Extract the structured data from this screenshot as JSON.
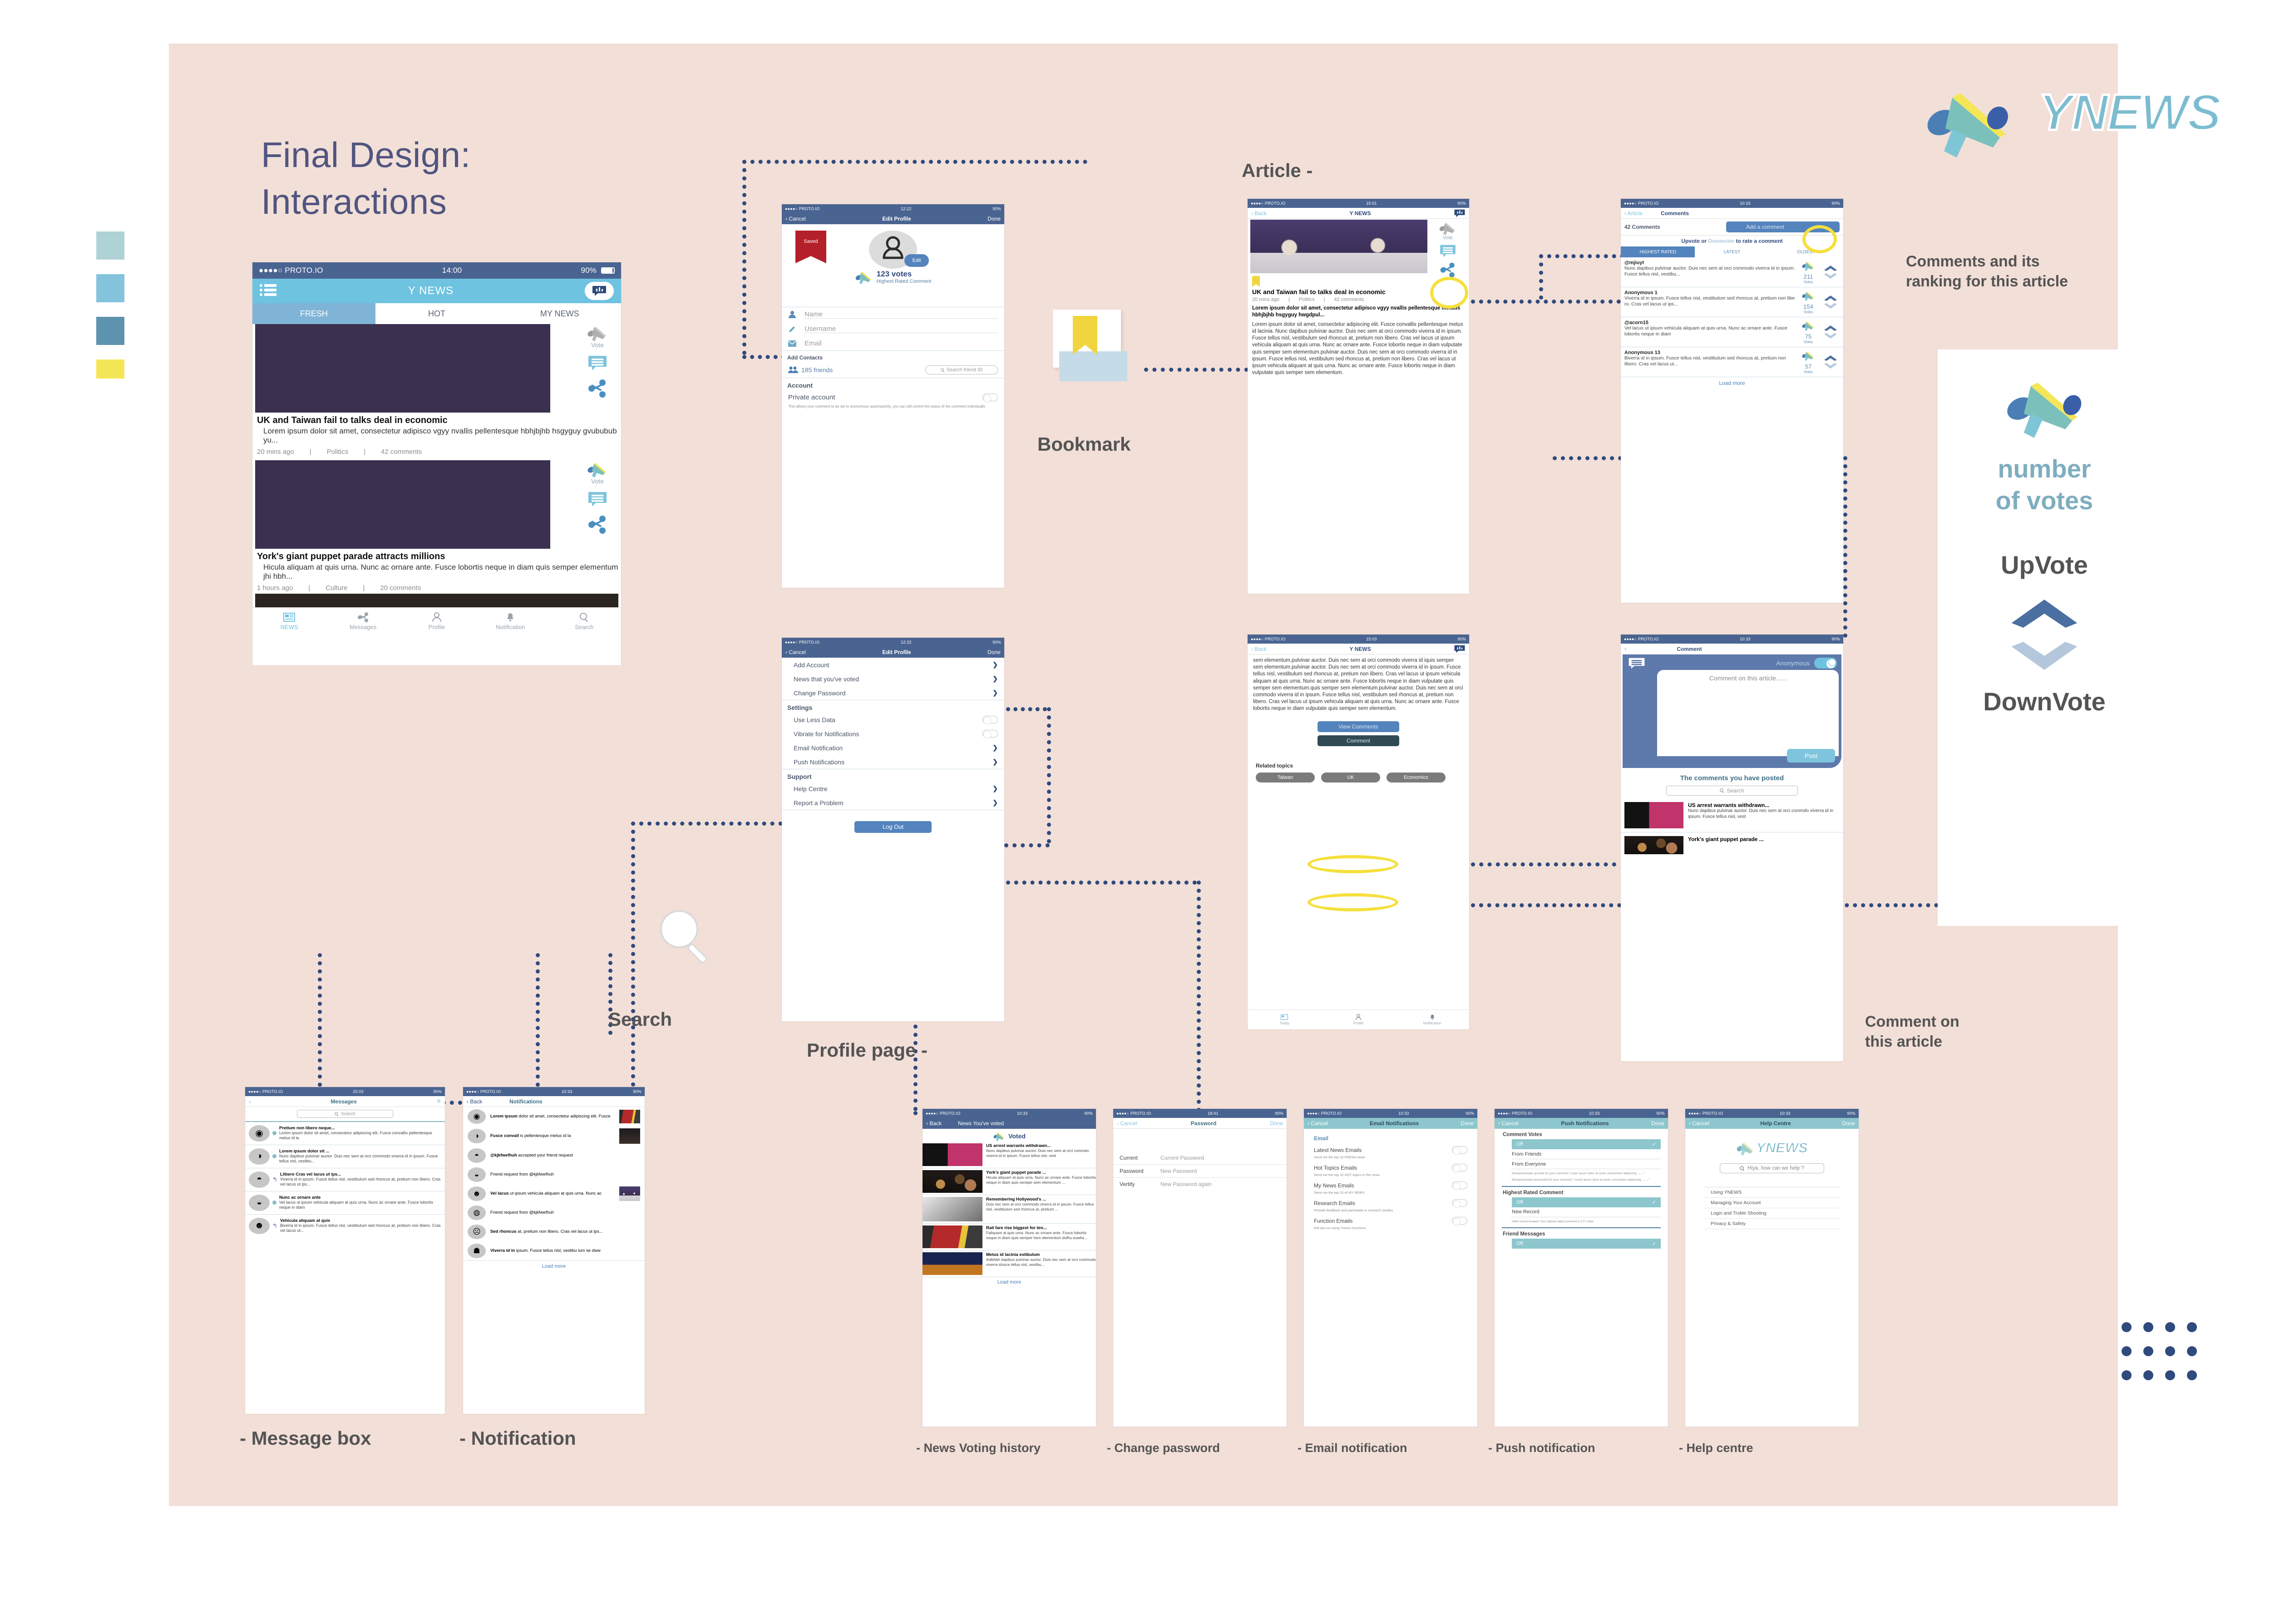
{
  "board": {
    "title_line1": "Final Design:",
    "title_line2": "Interactions",
    "bg_color": "#f2dfd8",
    "logo_text": "YNEWS",
    "swatches": [
      "#afd2d6",
      "#84c3dc",
      "#5d93ae",
      "#f5e657"
    ]
  },
  "callouts": {
    "article": "Article -",
    "bookmark": "Bookmark",
    "search": "Search",
    "profile_page": "Profile page -",
    "comments_ranking_l1": "Comments and its",
    "comments_ranking_l2": "ranking for this article",
    "comment_on_l1": "Comment on",
    "comment_on_l2": "this article",
    "message_box": "- Message box",
    "notification": "- Notification",
    "news_voting_history": "- News Voting history",
    "change_password": "- Change password",
    "email_notification": "- Email notification",
    "push_notification": "- Push notification",
    "help_centre": "- Help centre"
  },
  "vote_card": {
    "number_of_votes_l1": "number",
    "number_of_votes_l2": "of votes",
    "upvote": "UpVote",
    "downvote": "DownVote",
    "upvote_color": "#4a6fa0",
    "downvote_color": "#b4c7dc"
  },
  "phone_main": {
    "status": {
      "carrier": "PROTO.IO",
      "signal": "●●●●○",
      "time": "14:00",
      "battery": "90%"
    },
    "header_title": "Y NEWS",
    "tabs": [
      {
        "label": "FRESH",
        "active": true
      },
      {
        "label": "HOT",
        "active": false
      },
      {
        "label": "MY NEWS",
        "active": false
      }
    ],
    "vote_label": "Vote",
    "articles": [
      {
        "title": "UK and Taiwan fail to talks deal in economic",
        "excerpt": "Lorem ipsum dolor sit amet, consectetur adipisco vgyy nvallis pellentesque hbhjbjhb hsgyguy gvububub yu...",
        "time": "20 mins ago",
        "sep": "|",
        "category": "Politics",
        "comments": "42 comments"
      },
      {
        "title": "York's giant puppet parade attracts millions",
        "excerpt": "Hicula aliquam at quis urna. Nunc ac ornare ante. Fusce lobortis neque in diam quis semper elementum jhi hbh...",
        "time": "1 hours ago",
        "sep": "|",
        "category": "Culture",
        "comments": "20 comments"
      }
    ],
    "tabbar": [
      {
        "label": "NEWS",
        "icon": "newspaper-icon",
        "active": true
      },
      {
        "label": "Messages",
        "icon": "share-icon",
        "active": false
      },
      {
        "label": "Profile",
        "icon": "person-icon",
        "active": false
      },
      {
        "label": "Notification",
        "icon": "bell-icon",
        "active": false
      },
      {
        "label": "Search",
        "icon": "search-icon",
        "active": false
      }
    ]
  },
  "edit_profile_1": {
    "status": {
      "carrier": "PROTO.IO",
      "signal": "●●●●○",
      "time": "12:22",
      "battery": "90%"
    },
    "cancel": "Cancel",
    "title": "Edit Profile",
    "done": "Done",
    "saved_ribbon": "Saved",
    "edit_btn": "Edit",
    "votes_number": "123 votes",
    "votes_caption": "Highest Rated Comment",
    "fields": [
      {
        "icon": "person-icon",
        "placeholder": "Name"
      },
      {
        "icon": "pencil-icon",
        "placeholder": "Username"
      },
      {
        "icon": "envelope-icon",
        "placeholder": "Email"
      }
    ],
    "add_contacts": "Add Contacts",
    "friends": "185 friends",
    "friend_search_placeholder": "Search friend ID",
    "account": "Account",
    "private_account": "Private account",
    "private_desc": "This allows your comment to be set to anonymous automacticlly, you can still control the status of the comment individually"
  },
  "edit_profile_2": {
    "status": {
      "carrier": "PROTO.IO",
      "signal": "●●●●○",
      "time": "12:22",
      "battery": "90%"
    },
    "cancel": "Cancel",
    "title": "Edit Profile",
    "done": "Done",
    "links": [
      "Add Account",
      "News that you've voted",
      "Change Password"
    ],
    "settings_header": "Settings",
    "settings_toggles": [
      "Use Less Data",
      "Vibrate for Notifications"
    ],
    "settings_links": [
      "Email Notification",
      "Push Notifications"
    ],
    "support_header": "Support",
    "support_links": [
      "Help Centre",
      "Report a Problem"
    ],
    "logout": "Log Out"
  },
  "article_1": {
    "status": {
      "carrier": "PROTO.IO",
      "signal": "●●●●○",
      "time": "15:01",
      "battery": "90%"
    },
    "back": "Back",
    "title": "Y NEWS",
    "vote_label": "Vote",
    "headline": "UK and Taiwan fail to talks deal in economic",
    "time": "20 mins ago",
    "category": "Politics",
    "comments": "42 comments",
    "standfirst": "Lorem ipsum dolor sit amet, consectetur adipisco vgyy nvallis pellentesque metuds hbhjbjhb hsgyguy hwgdpul...",
    "body": "Lorem ipsum dolor sit amet, consectetur adipiscing elit. Fusce convallis pellentesque metus id lacinia. Nunc dapibus pulvinar auctor. Duis nec sem at orci commodo viverra id in ipsum. Fusce tellus nisl, vestibulum sed rhoncus at, pretium non libero. Cras vel lacus ut ipsum vehicula aliquam at quis urna. Nunc ac ornare ante. Fusce lobortis neque in diam vulputate quis semper sem elementum.pulvinar auctor. Duis nec sem at orci commodo viverra id in ipsum. Fusce tellus nisl, vestibulum sed rhoncus at, pretium non libero. Cras vel lacus ut ipsum vehicula aliquam at quis urna. Nunc ac ornare ante. Fusce lobortis neque in diam vulputate quis semper sem elementum."
  },
  "article_2": {
    "status": {
      "carrier": "PROTO.IO",
      "signal": "●●●●○",
      "time": "15:03",
      "battery": "90%"
    },
    "back": "Back",
    "title": "Y NEWS",
    "body": "sem elementum.pulvinar auctor. Duis nec sem at orci commodo viverra id iquis semper sem elementum.pulvinar auctor. Duis nec sem at orci commodo viverra id in ipsum. Fusce tellus nisl, vestibulum sed rhoncus at, pretium non libero. Cras vel lacus ut ipsum vehicula aliquam at quis urna. Nunc ac ornare ante. Fusce lobortis neque in diam vulputate quis semper sem elementum.quis semper sem elementum.pulvinar auctor. Duis nec sem at orci commodo viverra id in ipsum. Fusce tellus nisl, vestibulum sed rhoncus at, pretium non libero. Cras vel lacus ut ipsum vehicula aliquam at quis urna. Nunc ac ornare ante. Fusce lobortis neque in diam vulputate quis semper sem elementum.",
    "view_comments": "View Comments",
    "comment": "Comment",
    "related_header": "Related topics",
    "topics": [
      "Taiwan",
      "UK",
      "Economics"
    ],
    "tabbar": [
      "Today",
      "Profile",
      "Notification"
    ]
  },
  "comments_screen": {
    "status": {
      "carrier": "PROTO.IO",
      "signal": "●●●●○",
      "time": "10:33",
      "battery": "90%"
    },
    "back": "Article",
    "title": "Comments",
    "count": "42 Comments",
    "add_comment": "Add a comment",
    "plus": "+",
    "rate_hint_a": "Upvote",
    "rate_hint_b": " or ",
    "rate_hint_c": "Downvote",
    "rate_hint_d": " to rate a comment",
    "sort_tabs": [
      {
        "label": "HIGHEST RATED",
        "active": true
      },
      {
        "label": "LATEST",
        "active": false
      },
      {
        "label": "OLDEST",
        "active": false
      }
    ],
    "vote_unit": "Votes",
    "items": [
      {
        "user": "@mjiuyt",
        "text": "Nunc dapibus pulvinar auctor. Duis nec sem at orci commodo viverra id in ipsum. Fusce tellus nisl, vestibu...",
        "votes": "211"
      },
      {
        "user": "Anonymous 1",
        "text": "Viverra id in ipsum. Fusce tellus nisl, vestibulum sed rhoncus at, pretium non libe ro. Cras vel lacus ut ips...",
        "votes": "154"
      },
      {
        "user": "@acorn15",
        "text": "Vel lacus ut ipsum vehicula aliquam at quis urna. Nunc ac ornare ante. Fusce lobortis neque in diam",
        "votes": "75"
      },
      {
        "user": "Anonymous 13",
        "text": "Biverra id in ipsum. Fusce tellus nisl, vestibulum sed rhoncus at, pretium non libero. Cras vel lacus ut...",
        "votes": "57"
      }
    ],
    "load_more": "Load more"
  },
  "comment_screen": {
    "status": {
      "carrier": "PROTO.IO",
      "signal": "●●●●○",
      "time": "10:33",
      "battery": "90%"
    },
    "title": "Comment",
    "anonymous": "Anonymous",
    "anonymous_on": true,
    "textarea_placeholder": "Comment on this article......",
    "post": "Post",
    "posted_header": "The comments you have posted",
    "search_placeholder": "Search",
    "posted": [
      {
        "title": "US arrest warrants withdrawn...",
        "text": "Nunc dapibus pulvinar auctor. Duis nec sem at orci commdo viverra id in ipsum. Fusce tellus nisl, vest"
      },
      {
        "title": "York's giant puppet parade ...",
        "text": ""
      }
    ]
  },
  "messages_screen": {
    "status": {
      "carrier": "PROTO.IO",
      "signal": "●●●●○",
      "time": "15:03",
      "battery": "90%"
    },
    "title": "Messages",
    "plus": "+",
    "search_placeholder": "Search",
    "items": [
      {
        "title": "Pretium non libero neque...",
        "text": "Lorem ipsum dolor sit amet, consectetur adipiscing elit. Fusce convallis pellentesque metus id la",
        "unread": true,
        "replied": false
      },
      {
        "title": "Lorem ipsum dolor sit ...",
        "text": "Nunc dapibus pulvinar auctor. Duis nec sem at orci commodo viverra id in ipsum. Fusce tellus nisl, vestibu...",
        "unread": true,
        "replied": false
      },
      {
        "title": "Llibero Cras vel lacus ut ips...",
        "text": "Viverra id in ipsum. Fusce tellus nisl, vestibulum sed rhoncus at, pretium non libero. Cras vel lacus ut ips...",
        "unread": false,
        "replied": true
      },
      {
        "title": "Nunc ac ornare ante",
        "text": "Vel lacus ut ipsum vehicula aliquam at quis urna. Nunc ac ornare ante. Fusce lobortis neque in diam",
        "unread": true,
        "replied": false
      },
      {
        "title": "Vehicula aliquam at quis",
        "text": "Biverra id in ipsum. Fusce tellus nisl, vestibulum sed rhoncus at, pretium non libero. Cras vel lacus ut...",
        "unread": false,
        "replied": true
      }
    ]
  },
  "notifications_screen": {
    "status": {
      "carrier": "PROTO.IO",
      "signal": "●●●●○",
      "time": "10:33",
      "battery": "90%"
    },
    "back": "Back",
    "title": "Notifications",
    "items": [
      {
        "bold": "Lorem ipsum",
        "text": " dolor sit amet, consectetur adipiscing elit. Fusce",
        "thumb": "train"
      },
      {
        "bold": "Fusce convall",
        "text": " is pellentesque metus id la",
        "thumb": "crowd"
      },
      {
        "bold": "@kjkfwefhuh",
        "text": " accepted your friend request",
        "thumb": ""
      },
      {
        "bold": "",
        "text": "Friend request from @kjkfwefhuh",
        "thumb": ""
      },
      {
        "bold": "Vel lacus",
        "text": " ut ipsum vehicula aliquam at quis urna. Nunc ac",
        "thumb": "eu"
      },
      {
        "bold": "",
        "text": "Friend request from @kjkfwefhuh",
        "thumb": ""
      },
      {
        "bold": "Sed rhoncus",
        "text": " at, pretium non libero. Cras vel lacus ut ips...",
        "thumb": ""
      },
      {
        "bold": "Viverra id in",
        "text": " ipsum. Fusce tellus nisl, vestibu lum se dww",
        "thumb": ""
      }
    ],
    "load_more": "Load more"
  },
  "voted_screen": {
    "status": {
      "carrier": "PROTO.IO",
      "signal": "●●●●○",
      "time": "10:33",
      "battery": "90%"
    },
    "back": "Back",
    "title": "News You've voted",
    "voted_label": "Voted",
    "items": [
      {
        "title": "US arrest warrants withdrawn...",
        "text": "Nunc dapibus pulvinar auctor. Duis nec sem at orci commdo viverra id in ipsum. Fusce tellus nisl, vest",
        "thumb": "cat"
      },
      {
        "title": "York's giant puppet parade ...",
        "text": "Hicula aliquam at quis urna. Nunc ac ornare ante. Fusce lobortis neque in diam quis semper sem elementum ...",
        "thumb": "parade"
      },
      {
        "title": "Remembering Hollywood's ...",
        "text": "Duis nec sem at orci commodo viverra id in ipsum. Fusce tellus nisl, vestibulum sed rhoncus at, pretium ...",
        "thumb": "bw"
      },
      {
        "title": "Rail fare rise biggest for ten...",
        "text": "Faliquam at quis urna. Nunc ac ornare ante. Fusce lobortis neque in diam quis semper hem elementum dufhu euwhs...",
        "thumb": "train"
      },
      {
        "title": "Metus id lacinia estibulum",
        "text": "Ihdbhbh dapibus pulvinar auctor. Duis nec sem at orci commodo viverra idusce tellus nisl, vestibu...",
        "thumb": "wheel"
      }
    ],
    "load_more": "Load more"
  },
  "password_screen": {
    "status": {
      "carrier": "PROTO.IO",
      "signal": "●●●●○",
      "time": "18:41",
      "battery": "90%"
    },
    "cancel": "Cancel",
    "title": "Password",
    "done": "Done",
    "rows": [
      {
        "label": "Current",
        "placeholder": "Current Password"
      },
      {
        "label": "Password",
        "placeholder": "New Password"
      },
      {
        "label": "Vertify",
        "placeholder": "New Password again"
      }
    ]
  },
  "email_screen": {
    "status": {
      "carrier": "PROTO.IO",
      "signal": "●●●●○",
      "time": "10:33",
      "battery": "90%"
    },
    "cancel": "Cancel",
    "title": "Email Notifications",
    "done": "Done",
    "section": "Email",
    "items": [
      {
        "label": "Latest News Emails",
        "desc": "Send me the top 10 FRESH news"
      },
      {
        "label": "Hot Topics Emails",
        "desc": "Send me the top 10 HOT topics in the news"
      },
      {
        "label": "My News Emails",
        "desc": "Send me the top 10 of MY NEWS"
      },
      {
        "label": "Research Emails",
        "desc": "Provide feedback and participate in research studies"
      },
      {
        "label": "Function Emails",
        "desc": "Get tips on using Ynew's functions"
      }
    ]
  },
  "push_screen": {
    "status": {
      "carrier": "PROTO.IO",
      "signal": "●●●●○",
      "time": "10:33",
      "battery": "90%"
    },
    "cancel": "Cancel",
    "title": "Push Notifications",
    "done": "Done",
    "groups": [
      {
        "header": "Comment Votes",
        "options": [
          {
            "label": "Off",
            "selected": true
          },
          {
            "label": "From Friends",
            "selected": false
          },
          {
            "label": "From Everyone",
            "selected": false
          }
        ],
        "notes": [
          "thisisanexample upvoted for your comment:\"Lorem ipsum dolor sit amet, consectetur adipiscing ........\"",
          "thisisanexample downvoted for your comment:\" Lorem ipsum dolor sit amet, consectetur adipiscing ........\""
        ]
      },
      {
        "header": "Highest Rated Comment",
        "options": [
          {
            "label": "Off",
            "selected": true
          },
          {
            "label": "New Record",
            "selected": false
          }
        ],
        "notes": [
          "Hello record breaker! Your highest rated comment is 177 votes"
        ]
      },
      {
        "header": "Friend Messages",
        "options": [
          {
            "label": "Off",
            "selected": true
          }
        ],
        "notes": []
      }
    ]
  },
  "help_screen": {
    "status": {
      "carrier": "PROTO.IO",
      "signal": "●●●●○",
      "time": "10:33",
      "battery": "90%"
    },
    "cancel": "Cancel",
    "title": "Help Centre",
    "done": "Done",
    "logo": "YNEWS",
    "search_placeholder": "Hiya, how can we help ?",
    "links": [
      "Using YNEWS",
      "Managing Your Account",
      "Login and Troble Shooting",
      "Privacy & Safety"
    ]
  }
}
